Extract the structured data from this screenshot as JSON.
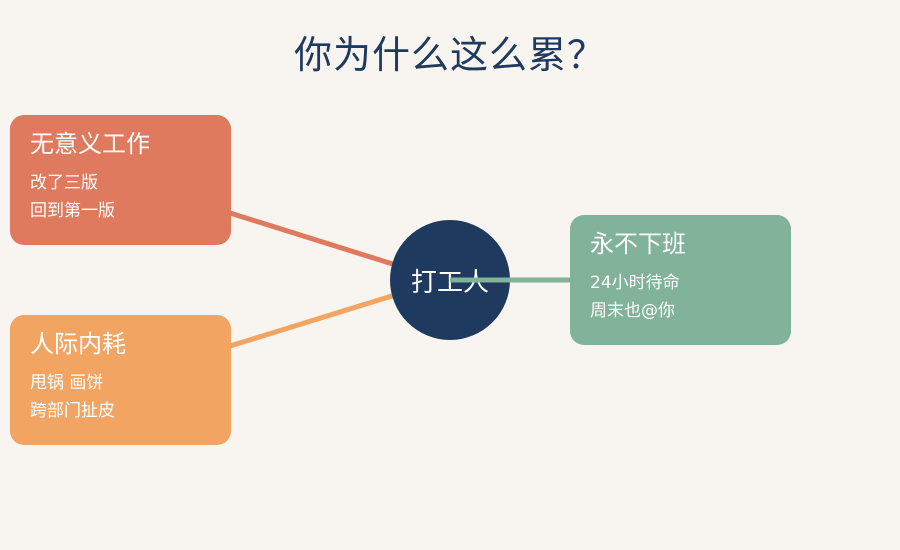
{
  "title": "你为什么这么累？",
  "hub": {
    "label": "打工人",
    "color": "#1f3a5f"
  },
  "nodes": [
    {
      "title": "无意义工作",
      "lines": [
        "改了三版",
        "回到第一版"
      ],
      "color": "#e07a5f"
    },
    {
      "title": "人际内耗",
      "lines": [
        "甩锅 画饼",
        "跨部门扯皮"
      ],
      "color": "#f2a463"
    },
    {
      "title": "永不下班",
      "lines": [
        "24小时待命",
        "周末也@你"
      ],
      "color": "#81b29a"
    }
  ],
  "background": "#f8f4ef"
}
